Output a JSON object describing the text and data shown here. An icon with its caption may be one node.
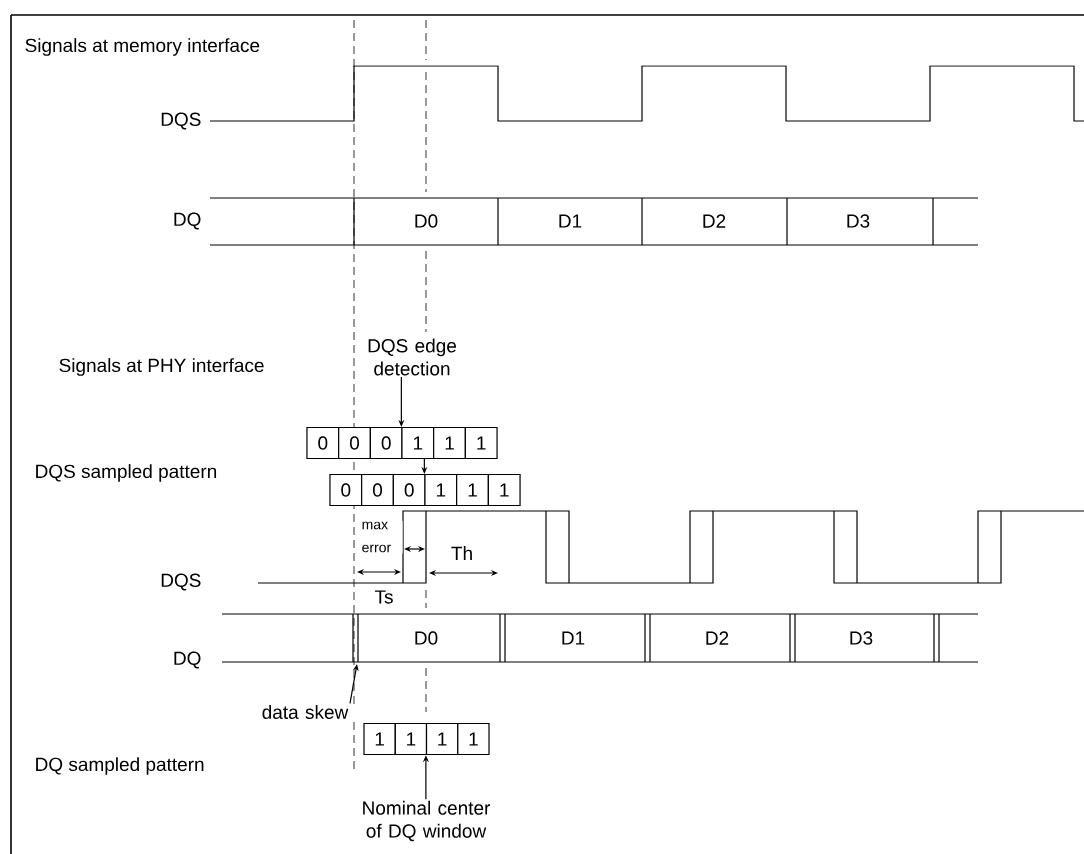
{
  "diagram": {
    "nodes": [
      {
        "text": [
          "DQS edge detection"
        ]
      },
      {
        "text": [
          "0"
        ]
      },
      {
        "text": [
          "0"
        ]
      },
      {
        "text": [
          "0"
        ]
      },
      {
        "text": [
          "1"
        ]
      },
      {
        "text": [
          "1"
        ]
      },
      {
        "text": [
          "1"
        ]
      },
      {
        "text": [
          "0"
        ]
      },
      {
        "text": [
          "0"
        ]
      },
      {
        "text": [
          "0"
        ]
      },
      {
        "text": [
          "1"
        ]
      },
      {
        "text": [
          "1"
        ]
      },
      {
        "text": [
          "1"
        ]
      },
      {
        "text": [
          "data skew"
        ]
      },
      {
        "text": [
          "Nominal center of DQ window"
        ]
      },
      {
        "text": [
          "1"
        ]
      },
      {
        "text": [
          "1"
        ]
      },
      {
        "text": [
          "1"
        ]
      },
      {
        "text": [
          "1"
        ]
      }
    ],
    "edges": [
      {
        "from": 0,
        "to": 4,
        "arrow": "to"
      },
      {
        "from": 4,
        "to": 10,
        "arrow": "to"
      },
      {
        "from": 13,
        "to": null,
        "arrow": "to"
      },
      {
        "from": 14,
        "to": 17,
        "arrow": "to"
      }
    ],
    "labels": [
      "Signals at memory interface",
      "DQS",
      "DQ",
      "D0",
      "D1",
      "D2",
      "D3",
      "Signals at PHY interface",
      "DQS sampled pattern",
      "max error",
      "Th",
      "DQS",
      "Ts",
      "D0",
      "D1",
      "D2",
      "D3",
      "DQ",
      "DQ sampled pattern"
    ]
  }
}
